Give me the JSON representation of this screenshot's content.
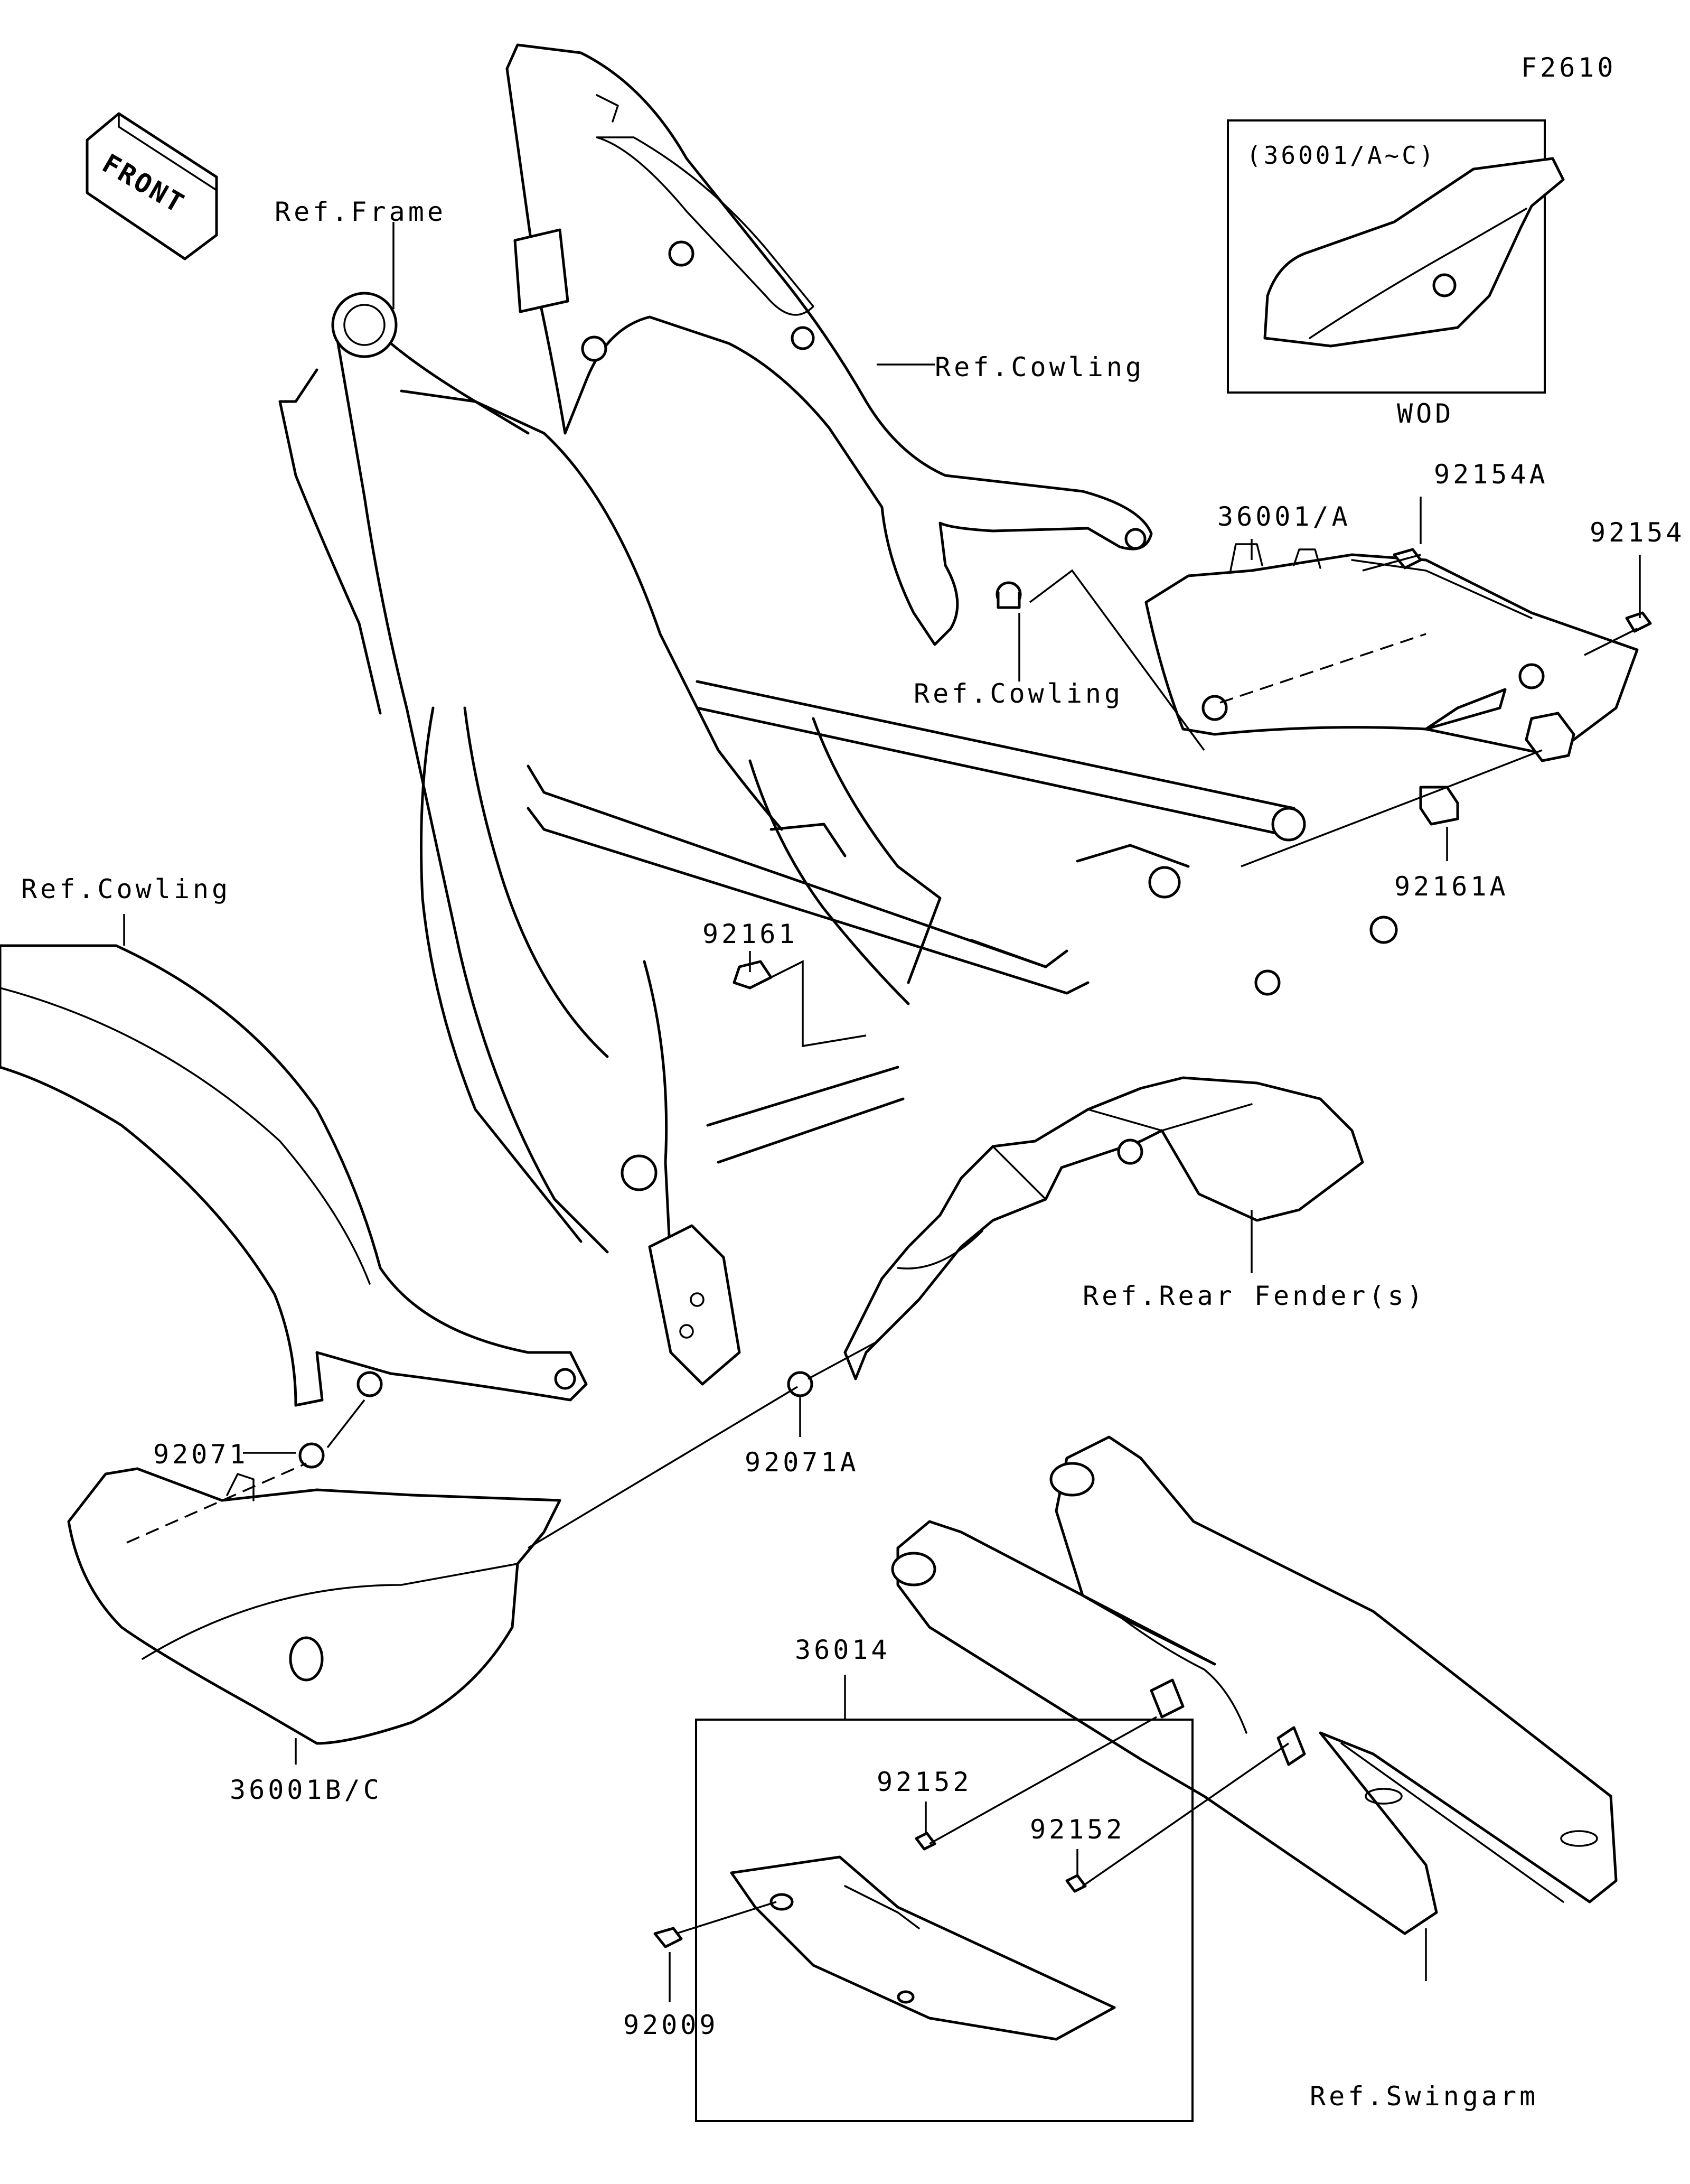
{
  "figure_code": "F2610",
  "front_arrow": {
    "text": "FRONT"
  },
  "inset": {
    "title": "(36001/A~C)",
    "caption": "WOD"
  },
  "labels": {
    "ref_frame": "Ref.Frame",
    "ref_cowling_upper": "Ref.Cowling",
    "ref_cowling_mid": "Ref.Cowling",
    "ref_cowling_left": "Ref.Cowling",
    "p36001a": "36001/A",
    "p92154a": "92154A",
    "p92154": "92154",
    "p92161a": "92161A",
    "p92161": "92161",
    "ref_rear_fender": "Ref.Rear Fender(s)",
    "p92071": "92071",
    "p92071a": "92071A",
    "p36001bc": "36001B/C",
    "p36014": "36014",
    "p92152_a": "92152",
    "p92152_b": "92152",
    "p92009": "92009",
    "ref_swingarm": "Ref.Swingarm"
  }
}
